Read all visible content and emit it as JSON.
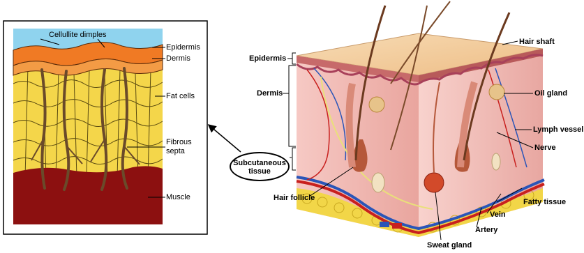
{
  "left_panel": {
    "title": "Cellullite dimples",
    "labels": {
      "epidermis": "Epidermis",
      "dermis": "Dermis",
      "fat_cells": "Fat cells",
      "fibrous_septa_1": "Fibrous",
      "fibrous_septa_2": "septa",
      "muscle": "Muscle"
    }
  },
  "callout": {
    "label": "Subcutaneous tissue"
  },
  "right_panel": {
    "labels": {
      "epidermis": "Epidermis",
      "dermis": "Dermis",
      "hair_shaft": "Hair shaft",
      "oil_gland": "Oil gland",
      "lymph_vessel": "Lymph vessel",
      "nerve": "Nerve",
      "fatty_tissue": "Fatty tissue",
      "vein": "Vein",
      "artery": "Artery",
      "sweat_gland": "Sweat gland",
      "hair_follicle": "Hair follicle"
    }
  },
  "colors": {
    "sky": "#8fd3ee",
    "skin_top": "#f2c89a",
    "epidermis": "#f07a24",
    "fat": "#f4d64a",
    "fat_lines": "#5a4a10",
    "septa": "#6a4a2a",
    "muscle": "#8c1010",
    "dermis_block": "#f3b9b4",
    "vein": "#2a55b8",
    "artery": "#c8201e",
    "nerve": "#e9e07a"
  }
}
